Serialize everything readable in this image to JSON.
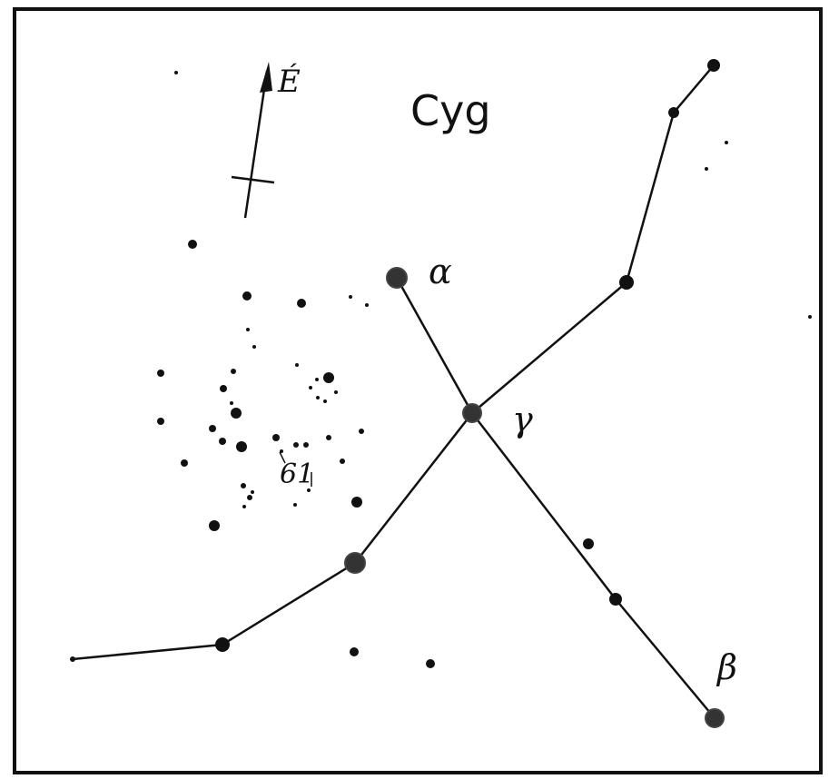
{
  "title": "Cyg",
  "direction_label": "É",
  "star_labels": {
    "alpha": "α",
    "gamma": "γ",
    "beta": "β",
    "cyg61": "61"
  },
  "colors": {
    "ink": "#111111",
    "paper": "#ffffff"
  }
}
